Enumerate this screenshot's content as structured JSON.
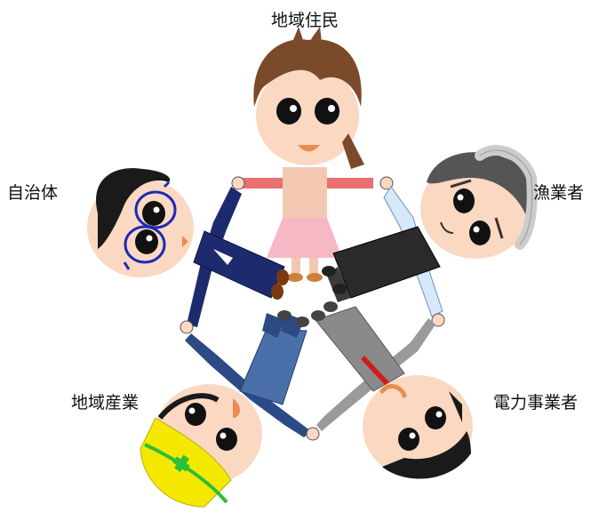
{
  "labels": {
    "residents": "地域住民",
    "fisheries": "漁業者",
    "municipality": "自治体",
    "industry": "地域産業",
    "power": "電力事業者"
  },
  "colors": {
    "skin": "#fbd8c2",
    "resident_shirt": "#e8706e",
    "resident_skirt": "#f7b8c6",
    "suit_navy": "#1d2a6e",
    "jeans_blue": "#4a6fa8",
    "gray_suit": "#8a8a8a",
    "black_vest": "#2a2a2a",
    "helmet_yellow": "#f5e800",
    "helmet_cross": "#2bbf3a",
    "hair_brown": "#7b4a2a",
    "hair_black": "#1a1a1a",
    "hair_gray": "#555555"
  }
}
